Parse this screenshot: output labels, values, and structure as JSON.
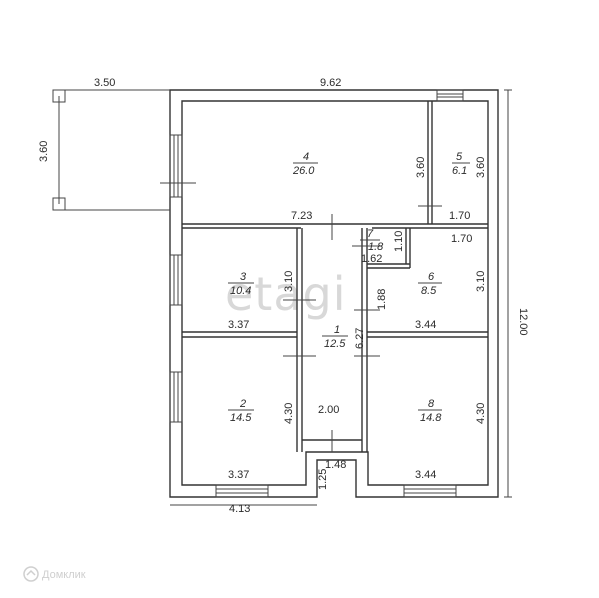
{
  "watermark": "etagi",
  "brand": "Домклик",
  "dimensions": {
    "terrace_width": "3.50",
    "terrace_depth": "3.60",
    "total_width": "9.62",
    "total_depth": "12.00",
    "bottom_left": "4.13",
    "corridor_gap": "7.23",
    "corridor_width": "2.00",
    "entrance_width": "1.48",
    "entrance_depth": "1.25",
    "corridor_length": "6.27",
    "closet_height": "1.88"
  },
  "rooms": [
    {
      "number": "4",
      "area": "26.0",
      "dim_h": "3.60",
      "dim_w": ""
    },
    {
      "number": "5",
      "area": "6.1",
      "dim_h": "3.60",
      "dim_w": "1.70"
    },
    {
      "number": "7",
      "area": "1.8",
      "dim_h": "1.10",
      "dim_w": "1.62"
    },
    {
      "number": "6",
      "area": "8.5",
      "dim_h": "3.10",
      "dim_w": "3.44",
      "dim_top": "1.70"
    },
    {
      "number": "3",
      "area": "10.4",
      "dim_h": "3.10",
      "dim_w": "3.37"
    },
    {
      "number": "1",
      "area": "12.5",
      "dim_h": "6.27",
      "dim_w": "2.00"
    },
    {
      "number": "2",
      "area": "14.5",
      "dim_h": "4.30",
      "dim_w": "3.37"
    },
    {
      "number": "8",
      "area": "14.8",
      "dim_h": "4.30",
      "dim_w": "3.44"
    }
  ]
}
